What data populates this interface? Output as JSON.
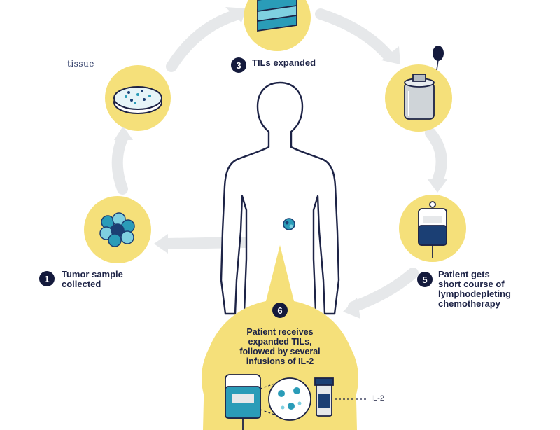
{
  "logo_text": "tissue",
  "steps": [
    {
      "number": "1",
      "label": "Tumor sample\ncollected"
    },
    {
      "number": "3",
      "label": "TILs expanded"
    },
    {
      "number": "5",
      "label": "Patient gets\nshort course of\nlymphodepleting\nchemotherapy"
    },
    {
      "number": "6",
      "label": "Patient receives\nexpanded TILs,\nfollowed by several\ninfusions of IL-2"
    }
  ],
  "il2_label": "IL-2",
  "colors": {
    "circle_fill": "#f5e07a",
    "outline": "#1d2346",
    "arrow": "#e6e8ea",
    "accent_blue": "#2a9cb8",
    "dark_blue": "#1b3f74"
  }
}
